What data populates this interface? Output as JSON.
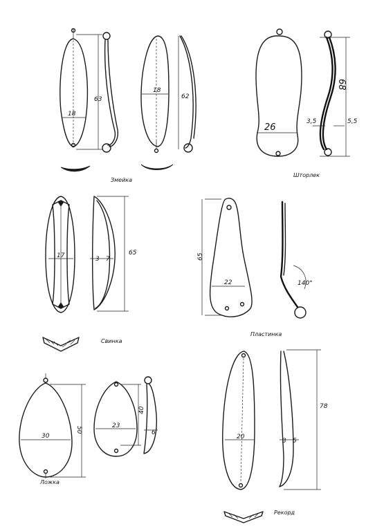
{
  "captions": {
    "zmeika": "Змейка",
    "shtorlek": "Шторлек",
    "svinka": "Свинка",
    "plastinka": "Пластинка",
    "lozhka": "Ложка",
    "rekord": "Рекорд"
  },
  "dims": {
    "zmeika_width1": "18",
    "zmeika_length1": "63",
    "zmeika_width2": "18",
    "zmeika_length2": "62",
    "shtorlek_width": "26",
    "shtorlek_length": "68",
    "shtorlek_left": "3,5",
    "shtorlek_right": "5,5",
    "svinka_width": "17",
    "svinka_t1": "3",
    "svinka_t2": "7",
    "svinka_length": "65",
    "plastinka_length": "65",
    "plastinka_width": "22",
    "plastinka_angle": "140°",
    "lozhka_width1": "30",
    "lozhka_length1": "50",
    "lozhka_width2": "23",
    "lozhka_length2": "40",
    "lozhka_thick": "6",
    "rekord_width": "20",
    "rekord_t1": "3",
    "rekord_t2": "5",
    "rekord_length": "78"
  }
}
